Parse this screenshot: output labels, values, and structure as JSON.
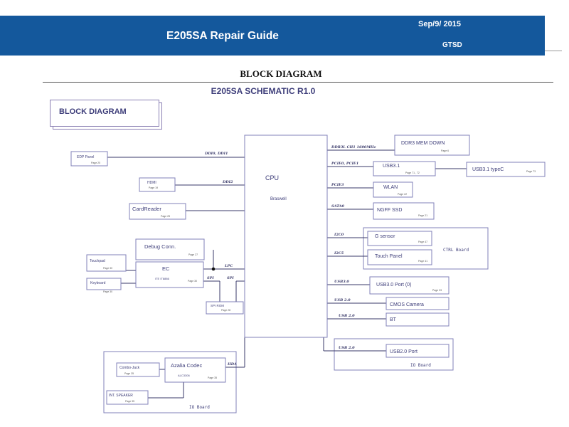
{
  "header": {
    "title": "E205SA Repair Guide",
    "date": "Sep/9/ 2015",
    "dept": "GTSD"
  },
  "section_title": "BLOCK DIAGRAM",
  "schematic_title": "E205SA SCHEMATIC R1.0",
  "diagram_tag": "BLOCK DIAGRAM",
  "cpu": {
    "name": "CPU",
    "model": "Braswell"
  },
  "blocks": {
    "edp": {
      "label": "EDP Panel",
      "page": "Page 20"
    },
    "hdmi": {
      "label": "HDMI",
      "page": "Page 19"
    },
    "cardreader": {
      "label": "CardReader",
      "page": "Page 25"
    },
    "debug": {
      "label": "Debug Conn.",
      "page": "Page 27"
    },
    "ec": {
      "label": "EC",
      "chip": "ITE IT8886",
      "page": "Page 30"
    },
    "touchpad": {
      "label": "Touchpad",
      "page": "Page 30"
    },
    "keyboard": {
      "label": "Keyboard",
      "page": "Page 30"
    },
    "spirom": {
      "label": "SPI ROM",
      "page": "Page 28"
    },
    "ddr3": {
      "label": "DDR3 MEM DOWN",
      "page": "Page 6"
    },
    "usb31": {
      "label": "USB3.1",
      "page": "Page 71 , 72"
    },
    "usb31c": {
      "label": "USB3.1 typeC",
      "page": "Page 73"
    },
    "wlan": {
      "label": "WLAN",
      "page": "Page 22"
    },
    "ssd": {
      "label": "NGFF SSD",
      "page": "Page 21"
    },
    "gsensor": {
      "label": "G sensor",
      "page": "Page 47"
    },
    "touchpanel": {
      "label": "Touch Panel",
      "page": "Page 41"
    },
    "usb30": {
      "label": "USB3.0 Port (0)",
      "page": "Page 33"
    },
    "cmos": {
      "label": "CMOS Camera"
    },
    "bt": {
      "label": "BT"
    },
    "usb20": {
      "label": "USB2.0 Port"
    },
    "azalia": {
      "label": "Azalia Codec",
      "chip": "ALC3306",
      "page": "Page 35"
    },
    "combojack": {
      "label": "Combo-Jack",
      "page": "Page 35"
    },
    "speaker": {
      "label": "INT. SPEAKER",
      "page": "Page 35"
    }
  },
  "groups": {
    "ctrl": "CTRL Board",
    "io_right": "IO Board",
    "io_left": "IO Board"
  },
  "signals": {
    "edp": "DDI0, DDI1",
    "hdmi": "DDI2",
    "lpc": "LPC",
    "spi_a": "SPI",
    "spi_b": "SPI",
    "ddr3": "DDR3L CH1 1600MHz",
    "usb31": "PCIE0, PCIE1",
    "wlan": "PCIE3",
    "ssd": "SATA0",
    "gsensor": "I2C0",
    "touchpanel": "I2C5",
    "usb30": "USB3.0",
    "cmos": "USB 2.0",
    "bt": "USB 2.0",
    "usb20": "USB 2.0",
    "hda": "HDA"
  }
}
